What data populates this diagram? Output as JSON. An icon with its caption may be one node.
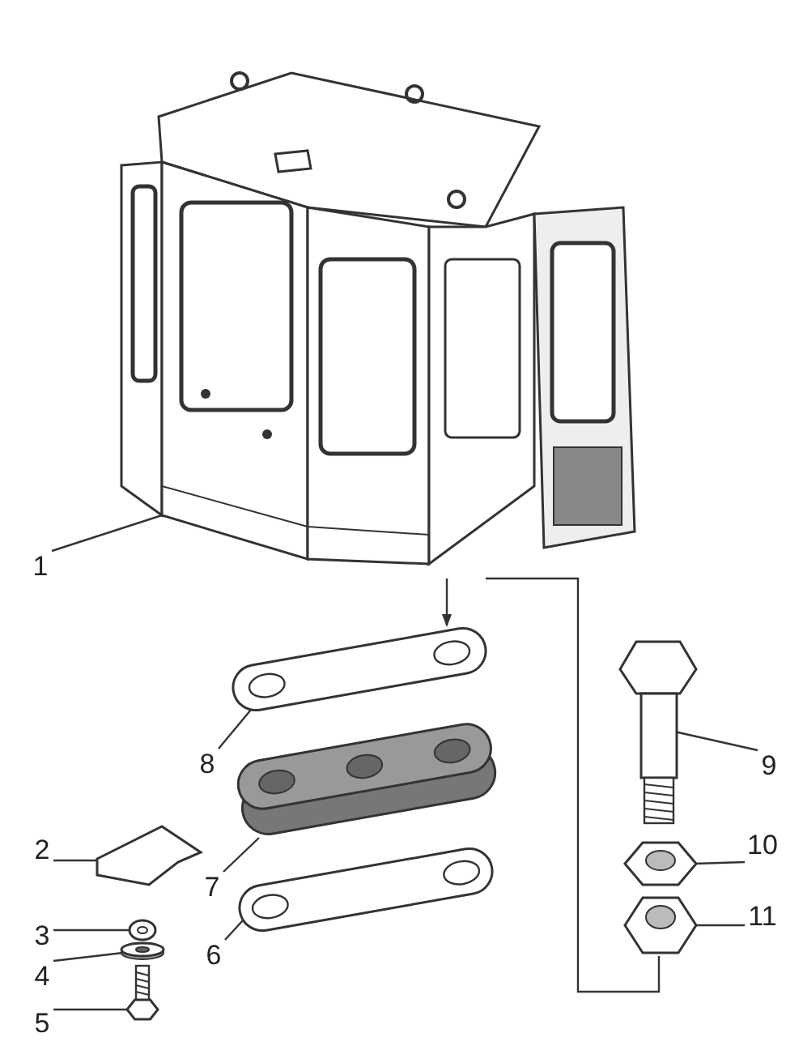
{
  "diagram": {
    "nodes": [
      {
        "text": [
          "1"
        ]
      },
      {
        "text": [
          "2"
        ]
      },
      {
        "text": [
          "3"
        ]
      },
      {
        "text": [
          "4"
        ]
      },
      {
        "text": [
          "5"
        ]
      },
      {
        "text": [
          "6"
        ]
      },
      {
        "text": [
          "7"
        ]
      },
      {
        "text": [
          "8"
        ]
      },
      {
        "text": [
          "9"
        ]
      },
      {
        "text": [
          "10"
        ]
      },
      {
        "text": [
          "11"
        ]
      },
      {
        "text": [],
        "shape": "picture"
      },
      {
        "text": [],
        "shape": "picture"
      },
      {
        "text": [],
        "shape": "picture"
      },
      {
        "text": [],
        "shape": "picture"
      },
      {
        "text": [],
        "shape": "picture"
      },
      {
        "text": [],
        "shape": "picture"
      },
      {
        "text": [],
        "shape": "picture"
      },
      {
        "text": [],
        "shape": "picture"
      },
      {
        "text": [],
        "shape": "picture"
      },
      {
        "text": [],
        "shape": "picture"
      },
      {
        "text": [],
        "shape": "picture"
      }
    ],
    "edges": [
      {
        "from": 0,
        "to": 11,
        "arrow": "none"
      },
      {
        "from": 1,
        "to": 12,
        "arrow": "none"
      },
      {
        "from": 2,
        "to": 13,
        "arrow": "none"
      },
      {
        "from": 3,
        "to": 14,
        "arrow": "none"
      },
      {
        "from": 4,
        "to": 15,
        "arrow": "none"
      },
      {
        "from": 5,
        "to": 16,
        "arrow": "none"
      },
      {
        "from": 6,
        "to": 17,
        "arrow": "none"
      },
      {
        "from": 7,
        "to": 18,
        "arrow": "none"
      },
      {
        "from": 8,
        "to": 19,
        "arrow": "none"
      },
      {
        "from": 9,
        "to": 20,
        "arrow": "none"
      },
      {
        "from": 10,
        "to": 21,
        "arrow": "none"
      },
      {
        "from": 11,
        "to": 18,
        "arrow": "to"
      },
      {
        "from": 11,
        "to": 21,
        "arrow": "none"
      }
    ]
  }
}
